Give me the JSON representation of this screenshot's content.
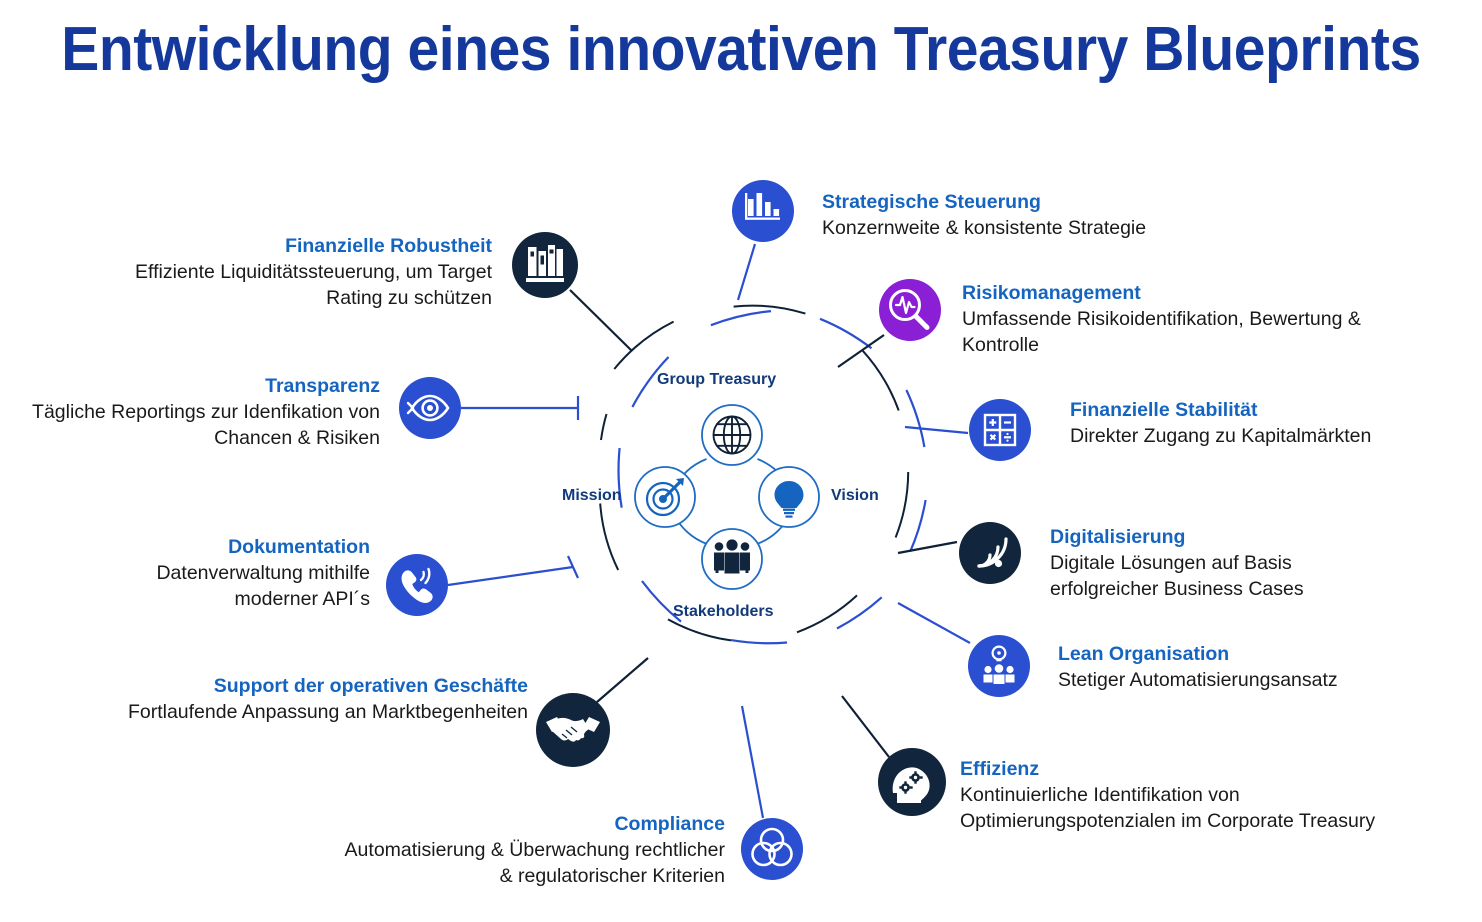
{
  "title": "Entwicklung eines innovativen Treasury Blueprints",
  "colors": {
    "title_blue": "#14389B",
    "heading_blue": "#1565C0",
    "body_black": "#1a1a1a",
    "royal_blue": "#2A4FD0",
    "navy": "#11263C",
    "purple": "#8A1FD6",
    "ring_blue": "#2A4FD0",
    "ring_dark": "#0F2137"
  },
  "hub": {
    "top_label": "Group Treasury",
    "left_label": "Mission",
    "right_label": "Vision",
    "bottom_label": "Stakeholders",
    "icons": [
      {
        "name": "globe-icon",
        "position": "top"
      },
      {
        "name": "target-icon",
        "position": "left"
      },
      {
        "name": "lightbulb-icon",
        "position": "right"
      },
      {
        "name": "people-icon",
        "position": "bottom"
      }
    ]
  },
  "items": [
    {
      "id": "strategische-steuerung",
      "heading": "Strategische Steuerung",
      "body": [
        "Konzernweite & konsistente Strategie"
      ],
      "icon": "bar-chart-icon",
      "icon_color": "#2A4FD0",
      "align": "left"
    },
    {
      "id": "risikomanagement",
      "heading": "Risikomanagement",
      "body": [
        "Umfassende Risikoidentifikation, Bewertung &",
        "Kontrolle"
      ],
      "icon": "magnifier-pulse-icon",
      "icon_color": "#8A1FD6",
      "align": "left"
    },
    {
      "id": "finanzielle-stabilitaet",
      "heading": "Finanzielle Stabilität",
      "body": [
        "Direkter Zugang zu Kapitalmärkten"
      ],
      "icon": "calculator-icon",
      "icon_color": "#2A4FD0",
      "align": "left"
    },
    {
      "id": "digitalisierung",
      "heading": "Digitalisierung",
      "body": [
        "Digitale Lösungen auf Basis",
        "erfolgreicher Business Cases"
      ],
      "icon": "wifi-signal-icon",
      "icon_color": "#11263C",
      "align": "left"
    },
    {
      "id": "lean-organisation",
      "heading": "Lean Organisation",
      "body": [
        "Stetiger Automatisierungsansatz"
      ],
      "icon": "idea-team-icon",
      "icon_color": "#2A4FD0",
      "align": "left"
    },
    {
      "id": "effizienz",
      "heading": "Effizienz",
      "body": [
        "Kontinuierliche Identifikation von",
        "Optimierungspotenzialen im Corporate Treasury"
      ],
      "icon": "head-gears-icon",
      "icon_color": "#11263C",
      "align": "left"
    },
    {
      "id": "compliance",
      "heading": "Compliance",
      "body": [
        "Automatisierung & Überwachung rechtlicher",
        "& regulatorischer Kriterien"
      ],
      "icon": "venn-icon",
      "icon_color": "#2A4FD0",
      "align": "right"
    },
    {
      "id": "support-operative-geschaefte",
      "heading": "Support der operativen Geschäfte",
      "body": [
        "Fortlaufende Anpassung an Marktbegenheiten"
      ],
      "icon": "handshake-icon",
      "icon_color": "#11263C",
      "align": "right"
    },
    {
      "id": "dokumentation",
      "heading": "Dokumentation",
      "body": [
        "Datenverwaltung mithilfe",
        "moderner API´s"
      ],
      "icon": "phone-signal-icon",
      "icon_color": "#2A4FD0",
      "align": "right"
    },
    {
      "id": "transparenz",
      "heading": "Transparenz",
      "body": [
        "Tägliche Reportings zur Idenfikation von",
        "Chancen & Risiken"
      ],
      "icon": "eye-icon",
      "icon_color": "#2A4FD0",
      "align": "right"
    },
    {
      "id": "finanzielle-robustheit",
      "heading": "Finanzielle Robustheit",
      "body": [
        "Effiziente Liquiditätssteuerung, um Target",
        "Rating zu schützen"
      ],
      "icon": "books-icon",
      "icon_color": "#11263C",
      "align": "right"
    }
  ]
}
